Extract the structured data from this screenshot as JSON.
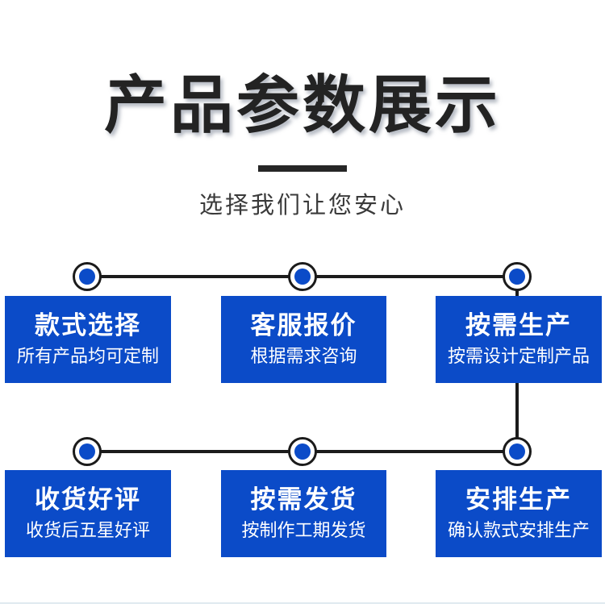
{
  "header": {
    "title": "产品参数展示",
    "subtitle": "选择我们让您安心"
  },
  "theme": {
    "brand_blue": "#0b4bc8",
    "line_black": "#1b1b1b",
    "title_black": "#232323",
    "background": "#ffffff",
    "bottom_rule": "#dfe9f0"
  },
  "flow": {
    "cards": [
      {
        "title": "款式选择",
        "desc": "所有产品均可定制"
      },
      {
        "title": "客服报价",
        "desc": "根据需求咨询"
      },
      {
        "title": "按需生产",
        "desc": "按需设计定制产品"
      },
      {
        "title": "收货好评",
        "desc": "收货后五星好评"
      },
      {
        "title": "按需发货",
        "desc": "按制作工期发货"
      },
      {
        "title": "安排生产",
        "desc": "确认款式安排生产"
      }
    ]
  }
}
